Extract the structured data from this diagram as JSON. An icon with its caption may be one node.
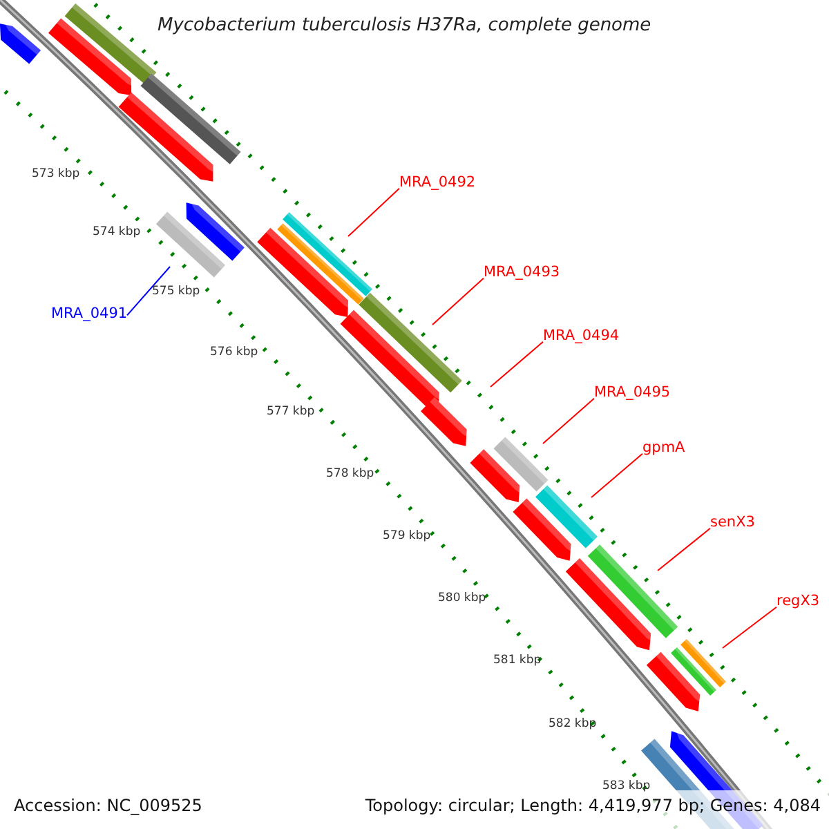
{
  "diagram": {
    "title": "Mycobacterium tuberculosis H37Ra, complete genome",
    "nodes": [
      {
        "text": [
          "MRA_0492"
        ]
      },
      {
        "text": [
          "MRA_0493"
        ]
      },
      {
        "text": [
          "MRA_0491"
        ]
      },
      {
        "text": [
          "MRA_0494"
        ]
      },
      {
        "text": [
          "MRA_0495"
        ]
      },
      {
        "text": [
          "gpmA"
        ]
      },
      {
        "text": [
          "senX3"
        ]
      },
      {
        "text": [
          "regX3"
        ]
      }
    ],
    "edges": [
      {
        "from": 0,
        "to": null,
        "arrow": "none"
      },
      {
        "from": 1,
        "to": null,
        "arrow": "none"
      },
      {
        "from": 2,
        "to": null,
        "arrow": "none",
        "color": "#0000ff"
      },
      {
        "from": 3,
        "to": null,
        "arrow": "none"
      },
      {
        "from": 4,
        "to": null,
        "arrow": "none"
      },
      {
        "from": 5,
        "to": null,
        "arrow": "none"
      },
      {
        "from": 6,
        "to": null,
        "arrow": "none"
      },
      {
        "from": 7,
        "to": null,
        "arrow": "none"
      }
    ],
    "labels": [
      "573 kbp",
      "574 kbp",
      "575 kbp",
      "576 kbp",
      "577 kbp",
      "578 kbp",
      "579 kbp",
      "580 kbp",
      "581 kbp",
      "582 kbp",
      "583 kbp",
      "Accession: NC_009525",
      "Topology: circular; Length: 4,419,977 bp; Genes: 4,084"
    ]
  }
}
